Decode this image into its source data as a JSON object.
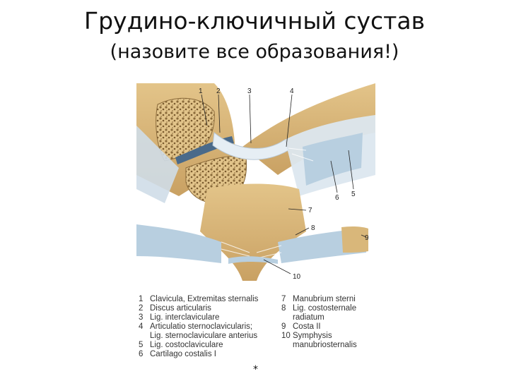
{
  "title": "Грудино-ключичный сустав",
  "subtitle": "(назовите все образования!)",
  "figure": {
    "callouts": [
      "1",
      "2",
      "3",
      "4",
      "5",
      "6",
      "7",
      "8",
      "9",
      "10"
    ]
  },
  "legend_left": [
    {
      "num": "1",
      "text": "Clavicula, Extremitas sternalis"
    },
    {
      "num": "2",
      "text": "Discus articularis"
    },
    {
      "num": "3",
      "text": "Lig. interclaviculare"
    },
    {
      "num": "4",
      "text": "Articulatio sternoclavicularis;"
    },
    {
      "num": "",
      "text": "Lig. sternoclaviculare anterius"
    },
    {
      "num": "5",
      "text": "Lig. costoclaviculare"
    },
    {
      "num": "6",
      "text": "Cartilago costalis I"
    }
  ],
  "legend_right": [
    {
      "num": "7",
      "text": "Manubrium sterni"
    },
    {
      "num": "8",
      "text": "Lig. costosternale"
    },
    {
      "num": "",
      "text": "radiatum"
    },
    {
      "num": "9",
      "text": "Costa II"
    },
    {
      "num": "10",
      "text": "Symphysis"
    },
    {
      "num": "",
      "text": "manubriosternalis"
    }
  ],
  "footnote": "*",
  "colors": {
    "bone": "#d9b77a",
    "bone_dark": "#c49a5a",
    "cartilage": "#b8cfe0",
    "ligament": "#e6eef4",
    "spongy": "#c8a86a"
  }
}
